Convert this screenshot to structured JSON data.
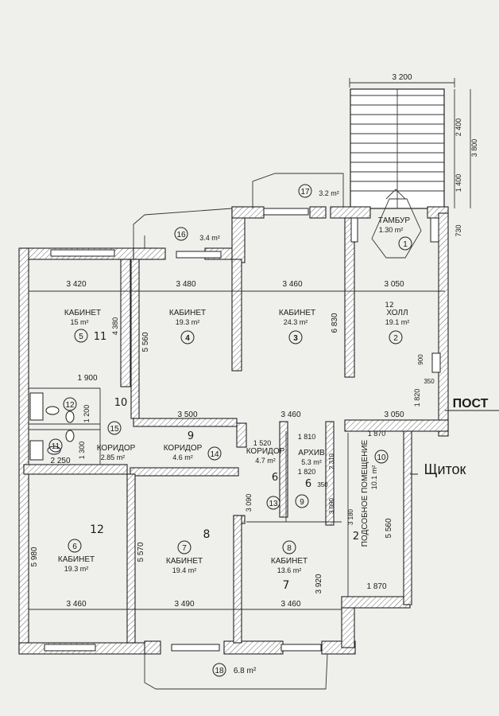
{
  "stairs_width": "3 200",
  "stairs_dims": [
    "2 400",
    "3 800",
    "1 400"
  ],
  "right_dims": [
    "730",
    "900",
    "350",
    "1 820"
  ],
  "rooms": [
    {
      "id": "r5",
      "label": "КАБИНЕТ",
      "area": "15 m²",
      "num": "5",
      "hand": "11",
      "width": "3 420",
      "height": "4 380"
    },
    {
      "id": "r4",
      "label": "КАБИНЕТ",
      "area": "19.3 m²",
      "num": "4",
      "width": "3 480",
      "height": "5 560",
      "bottom": "3 500"
    },
    {
      "id": "r3",
      "label": "КАБИНЕТ",
      "area": "24.3 m²",
      "num": "3",
      "width": "3 460",
      "height": "6 830",
      "bottom": "3 460"
    },
    {
      "id": "r2",
      "label": "ХОЛЛ",
      "area": "19.1 m²",
      "num": "2",
      "width": "3 050",
      "bottom": "3 050"
    },
    {
      "id": "r1",
      "label": "ТАМБУР",
      "area": "1.30 m²",
      "num": "1"
    },
    {
      "id": "r6",
      "label": "КАБИНЕТ",
      "area": "19.3 m²",
      "num": "6",
      "hand": "12",
      "width": "3 460",
      "height": "5 980"
    },
    {
      "id": "r7",
      "label": "КАБИНЕТ",
      "area": "19.4 m²",
      "num": "7",
      "hand": "8",
      "width": "3 490",
      "height": "5 570"
    },
    {
      "id": "r8",
      "label": "КАБИНЕТ",
      "area": "13.6 m²",
      "num": "8",
      "hand": "7",
      "width": "3 460",
      "height": "3 920",
      "door": "3 090"
    },
    {
      "id": "r9",
      "label": "КОРИДОР",
      "area": "4.6 m²",
      "num": "14",
      "hand": "9"
    },
    {
      "id": "r13",
      "label": "КОРИДОР",
      "area": "4.7 m²",
      "num": "13",
      "hand": "6",
      "width": "1 520",
      "height": "3 090"
    },
    {
      "id": "r15",
      "label": "КОРИДОР",
      "area": "2.85 m²",
      "num": "15",
      "hand": "10"
    },
    {
      "id": "r5b",
      "label": "АРХИВ",
      "area": "5.3 m²",
      "num": "9",
      "hand": "6",
      "width": "1 810",
      "inner": "1 820",
      "dim": "2 310",
      "d350": "350",
      "d3090": "3 090"
    },
    {
      "id": "r10",
      "label": "ПОДСОБНОЕ ПОМЕЩЕНИЕ",
      "area": "10.1 m²",
      "num": "10",
      "hand": "2",
      "width": "1 870",
      "height": "5 560",
      "bottom": "1 870",
      "h3": "3 180"
    },
    {
      "id": "r12",
      "num": "12",
      "dim": "1 200",
      "width": "1 900"
    },
    {
      "id": "r11",
      "num": "11",
      "dim": "1 300",
      "width": "2 250"
    },
    {
      "id": "b16",
      "num": "16",
      "area": "3.4 m²"
    },
    {
      "id": "b17",
      "num": "17",
      "area": "3.2 m²"
    },
    {
      "id": "b18",
      "num": "18",
      "area": "6.8 m²"
    }
  ],
  "annotations": {
    "post": "ПОСТ",
    "panel": "Щиток"
  }
}
